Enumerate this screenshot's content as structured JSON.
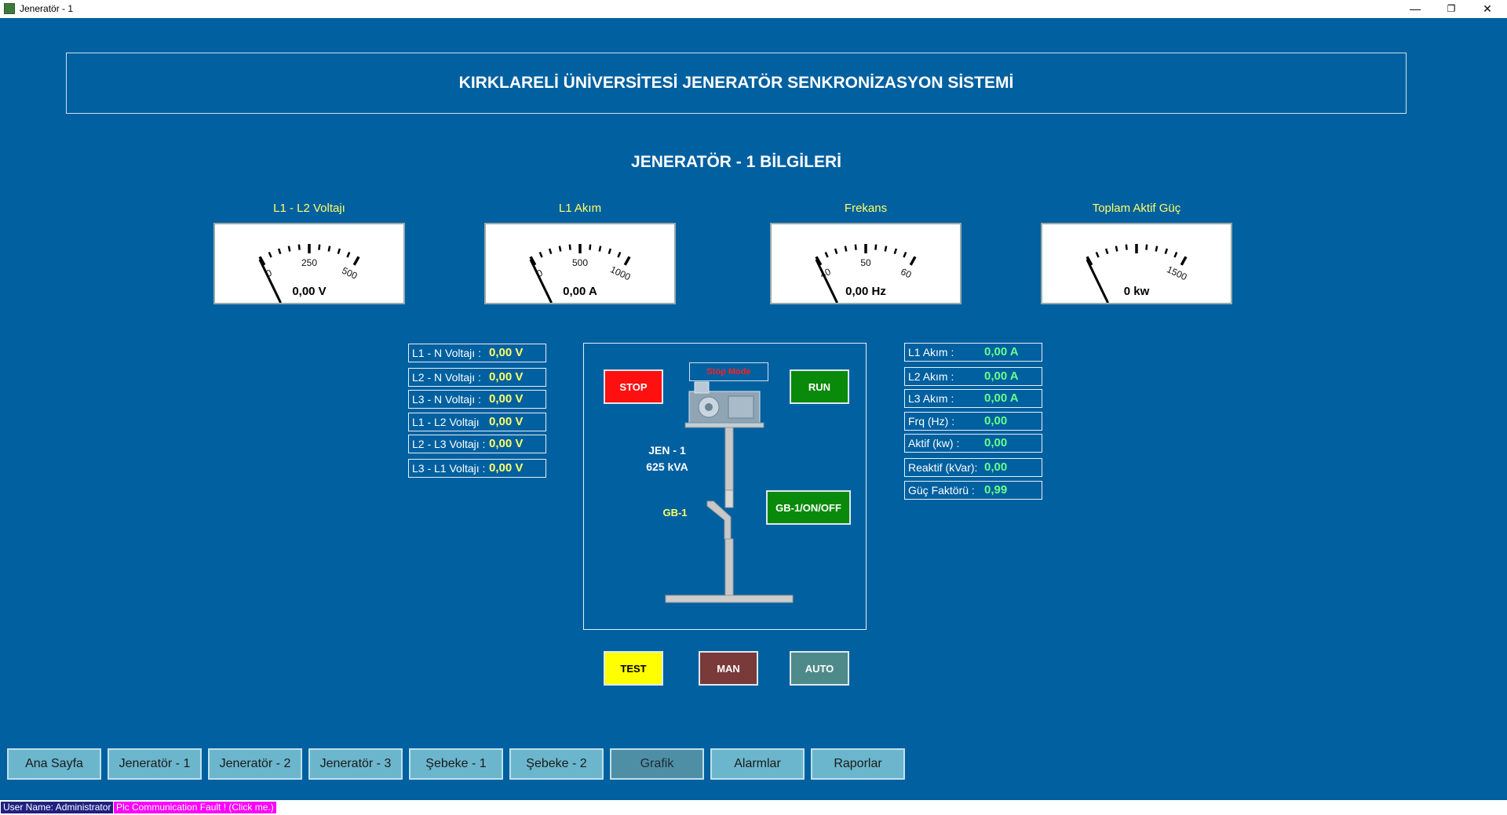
{
  "window": {
    "title": "Jeneratör - 1",
    "minimize": "—",
    "maximize": "❐",
    "close": "✕"
  },
  "header": {
    "title": "KIRKLARELİ ÜNİVERSİTESİ JENERATÖR SENKRONİZASYON SİSTEMİ"
  },
  "page": {
    "heading": "JENERATÖR - 1 BİLGİLERİ"
  },
  "gauges": [
    {
      "label": "L1 - L2 Voltajı",
      "reading": "0,00 V",
      "mid_tick": "250",
      "max_tick": "500",
      "min_tick": "0",
      "value": 0
    },
    {
      "label": "L1 Akım",
      "reading": "0,00 A",
      "mid_tick": "500",
      "max_tick": "1000",
      "min_tick": "0",
      "value": 0
    },
    {
      "label": "Frekans",
      "reading": "0,00 Hz",
      "mid_tick": "50",
      "max_tick": "60",
      "min_tick": "40",
      "value": 0
    },
    {
      "label": "Toplam Aktif Güç",
      "reading": "0 kw",
      "mid_tick": "",
      "max_tick": "1500",
      "min_tick": "",
      "value": 0
    }
  ],
  "voltages": [
    {
      "label": "L1 - N Voltajı :",
      "value": "0,00 V"
    },
    {
      "label": "L2 - N Voltajı :",
      "value": "0,00 V"
    },
    {
      "label": "L3 - N Voltajı :",
      "value": "0,00 V"
    },
    {
      "label": "L1 - L2 Voltajı",
      "value": "0,00 V"
    },
    {
      "label": "L2 - L3 Voltajı :",
      "value": "0,00 V"
    },
    {
      "label": "L3 - L1 Voltajı :",
      "value": "0,00 V"
    }
  ],
  "measurements": [
    {
      "label": "L1 Akım :",
      "value": "0,00 A"
    },
    {
      "label": "L2 Akım :",
      "value": "0,00 A"
    },
    {
      "label": "L3 Akım :",
      "value": "0,00 A"
    },
    {
      "label": "Frq (Hz) :",
      "value": "0,00"
    },
    {
      "label": "Aktif (kw) :",
      "value": "0,00"
    },
    {
      "label": "Reaktif (kVar):",
      "value": "0,00"
    },
    {
      "label": "Güç Faktörü :",
      "value": "0,99"
    }
  ],
  "mimic": {
    "stop_label": "STOP",
    "run_label": "RUN",
    "mode_status": "Stop Mode",
    "generator_name": "JEN - 1",
    "generator_rating": "625 kVA",
    "breaker_label": "GB-1",
    "breaker_button": "GB-1/ON/OFF"
  },
  "modes": {
    "test": "TEST",
    "man": "MAN",
    "auto": "AUTO"
  },
  "nav": [
    "Ana Sayfa",
    "Jeneratör - 1",
    "Jeneratör - 2",
    "Jeneratör - 3",
    "Şebeke - 1",
    "Şebeke - 2",
    "Grafik",
    "Alarmlar",
    "Raporlar"
  ],
  "status": {
    "user": "User Name: Administrator",
    "fault": "Plc Communication Fault ! (Click me.)"
  },
  "colors": {
    "background": "#0060a0",
    "stop": "#ff1010",
    "run": "#0a8a0a",
    "test": "#ffff00",
    "man": "#7a3a3a",
    "auto": "#4f8a8a"
  }
}
